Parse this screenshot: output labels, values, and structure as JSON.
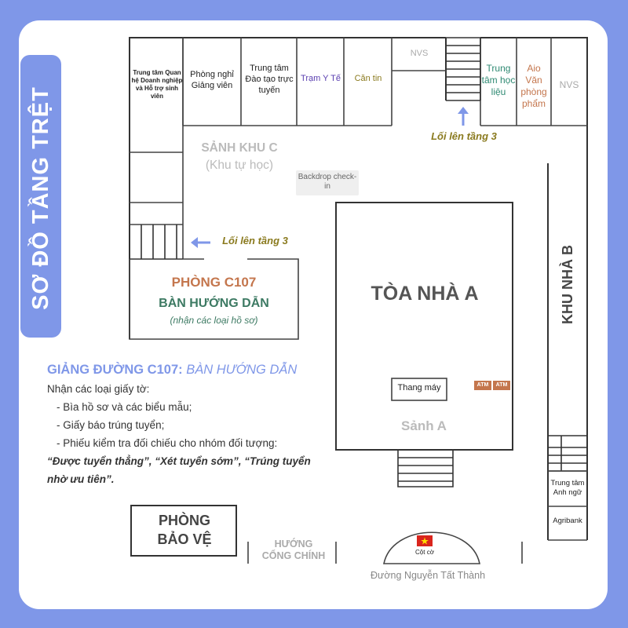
{
  "title": "SƠ ĐỒ TẦNG TRỆT",
  "rooms_top": [
    "Trung tâm Quan hệ Doanh nghiệp và Hỗ trợ sinh viên",
    "Phòng nghỉ Giảng viên",
    "Trung tâm Đào tạo trực tuyến",
    "Trạm Y Tế",
    "Căn tin",
    "NVS",
    "Trung tâm học liệu",
    "Aio Văn phòng phẩm",
    "NVS"
  ],
  "labels": {
    "stairs_up_right": "Lối lên tầng 3",
    "stairs_up_left": "Lối lên tầng 3",
    "hall_c": "SẢNH KHU C",
    "hall_c_sub": "(Khu tự học)",
    "backdrop": "Backdrop check-in",
    "room_c107": "PHÒNG C107",
    "help_desk": "BÀN HƯỚNG DẪN",
    "help_desk_sub": "(nhận các loại hồ sơ)",
    "building_a": "TÒA NHÀ A",
    "elevator": "Thang máy",
    "atm1": "ATM",
    "atm2": "ATM",
    "hall_a": "Sảnh A",
    "building_b": "KHU NHÀ B",
    "english_center": "Trung tâm Anh ngữ",
    "agribank": "Agribank",
    "security": "PHÒNG BẢO VỆ",
    "gate_dir": "HƯỚNG CỔNG CHÍNH",
    "flagpole": "Cột cờ",
    "street": "Đường Nguyễn Tất Thành"
  },
  "info": {
    "heading": "GIẢNG ĐƯỜNG C107:",
    "heading_italic": "BÀN HƯỚNG DẪN",
    "intro": "Nhận các loại giấy tờ:",
    "items": [
      "- Bìa hồ sơ và các biểu mẫu;",
      "- Giấy báo trúng tuyển;",
      "- Phiếu kiểm tra đối chiếu cho nhóm đối tượng:"
    ],
    "categories": "“Được tuyển thẳng”, “Xét tuyển sớm”, “Trúng tuyển nhờ ưu tiên”."
  },
  "colors": {
    "accent": "#7f97e8",
    "orange": "#c4764d",
    "green": "#3d7a63",
    "olive": "#8a7a1e",
    "teal": "#2f8a73",
    "purple": "#5a3fb0"
  },
  "icons": [
    "arrow-up-icon",
    "arrow-left-icon",
    "vietnam-flag-icon"
  ]
}
